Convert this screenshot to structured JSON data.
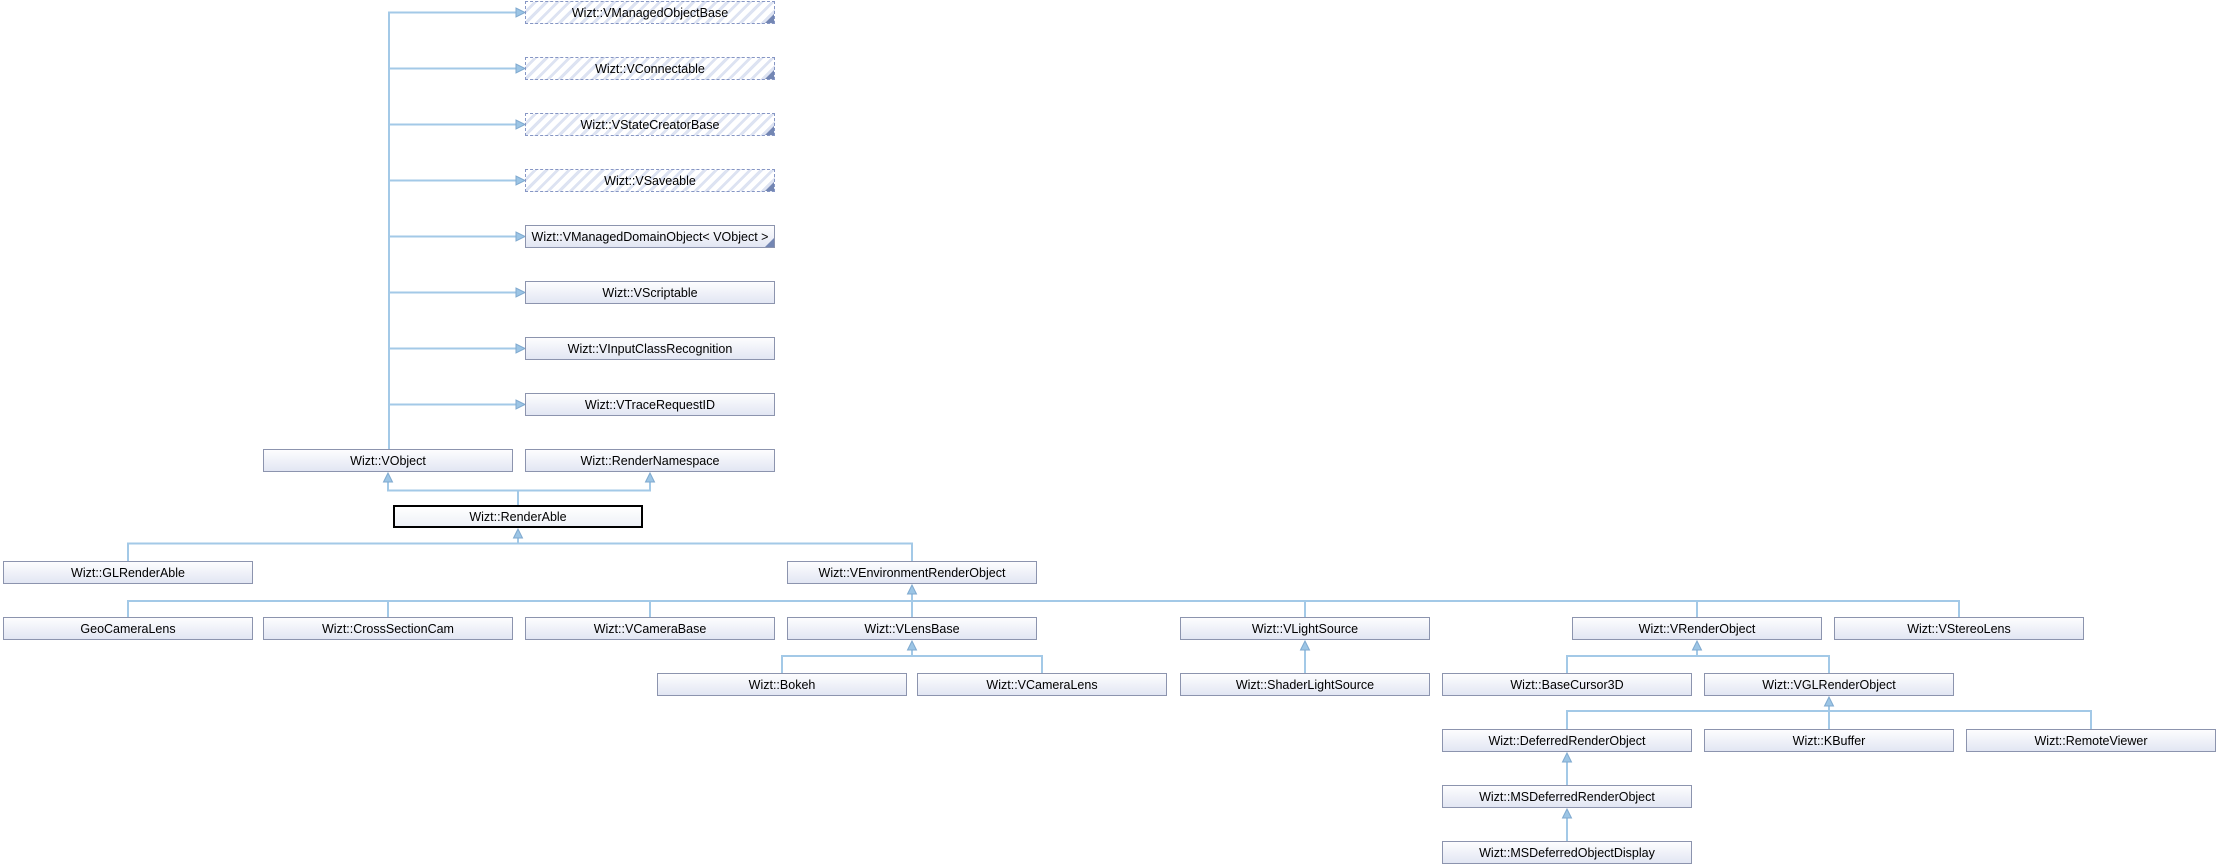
{
  "diagram": {
    "type": "class-inheritance-graph",
    "focus_class": "Wizt::RenderAble",
    "colors": {
      "background": "#ffffff",
      "edge": "#a3c9e7",
      "arrowhead": "#9cc5e5",
      "arrowhead_outline": "#7fa9cf",
      "node_border": "#8c94ae",
      "node_fill_top": "#fdfdfe",
      "node_fill_bottom": "#e2e6f3",
      "dashed_node_border": "#8696c4",
      "dashed_node_stripe": "#dde3f2",
      "corner_marker": "#7386b3",
      "focus_node_border": "#000000",
      "text": "#000000"
    }
  },
  "nodes": {
    "vmanagedobjectbase": {
      "label": "Wizt::VManagedObjectBase",
      "style": "dashed-striped",
      "corner_marker": true
    },
    "vconnectable": {
      "label": "Wizt::VConnectable",
      "style": "dashed-striped",
      "corner_marker": true
    },
    "vstatecreatorbase": {
      "label": "Wizt::VStateCreatorBase",
      "style": "dashed-striped",
      "corner_marker": true
    },
    "vsaveable": {
      "label": "Wizt::VSaveable",
      "style": "dashed-striped",
      "corner_marker": true
    },
    "vmanageddomainobject": {
      "label": "Wizt::VManagedDomainObject< VObject >",
      "style": "solid",
      "corner_marker": true
    },
    "vscriptable": {
      "label": "Wizt::VScriptable",
      "style": "solid",
      "corner_marker": false
    },
    "vinputclassrecognition": {
      "label": "Wizt::VInputClassRecognition",
      "style": "solid",
      "corner_marker": false
    },
    "vtracerequestid": {
      "label": "Wizt::VTraceRequestID",
      "style": "solid",
      "corner_marker": false
    },
    "vobject": {
      "label": "Wizt::VObject",
      "style": "solid",
      "corner_marker": false
    },
    "rendernamespace": {
      "label": "Wizt::RenderNamespace",
      "style": "solid",
      "corner_marker": false
    },
    "renderable": {
      "label": "Wizt::RenderAble",
      "style": "focus",
      "corner_marker": false
    },
    "glrenderable": {
      "label": "Wizt::GLRenderAble",
      "style": "solid",
      "corner_marker": false
    },
    "venvironmentrenderobject": {
      "label": "Wizt::VEnvironmentRenderObject",
      "style": "solid",
      "corner_marker": false
    },
    "geocameralens": {
      "label": "GeoCameraLens",
      "style": "solid",
      "corner_marker": false
    },
    "crosssectioncam": {
      "label": "Wizt::CrossSectionCam",
      "style": "solid",
      "corner_marker": false
    },
    "vcamerabase": {
      "label": "Wizt::VCameraBase",
      "style": "solid",
      "corner_marker": false
    },
    "vlensbase": {
      "label": "Wizt::VLensBase",
      "style": "solid",
      "corner_marker": false
    },
    "vlightsource": {
      "label": "Wizt::VLightSource",
      "style": "solid",
      "corner_marker": false
    },
    "vrenderobject": {
      "label": "Wizt::VRenderObject",
      "style": "solid",
      "corner_marker": false
    },
    "vstereolens": {
      "label": "Wizt::VStereoLens",
      "style": "solid",
      "corner_marker": false
    },
    "bokeh": {
      "label": "Wizt::Bokeh",
      "style": "solid",
      "corner_marker": false
    },
    "vcameralens": {
      "label": "Wizt::VCameraLens",
      "style": "solid",
      "corner_marker": false
    },
    "shaderlightsource": {
      "label": "Wizt::ShaderLightSource",
      "style": "solid",
      "corner_marker": false
    },
    "basecursor3d": {
      "label": "Wizt::BaseCursor3D",
      "style": "solid",
      "corner_marker": false
    },
    "vglrenderobject": {
      "label": "Wizt::VGLRenderObject",
      "style": "solid",
      "corner_marker": false
    },
    "deferredrenderobject": {
      "label": "Wizt::DeferredRenderObject",
      "style": "solid",
      "corner_marker": false
    },
    "kbuffer": {
      "label": "Wizt::KBuffer",
      "style": "solid",
      "corner_marker": false
    },
    "remoteviewer": {
      "label": "Wizt::RemoteViewer",
      "style": "solid",
      "corner_marker": false
    },
    "msdeferredrenderobject": {
      "label": "Wizt::MSDeferredRenderObject",
      "style": "solid",
      "corner_marker": false
    },
    "msdeferredobjectdisplay": {
      "label": "Wizt::MSDeferredObjectDisplay",
      "style": "solid",
      "corner_marker": false
    }
  },
  "inheritance_edges": [
    {
      "derived": "Wizt::VObject",
      "base": "Wizt::VManagedObjectBase"
    },
    {
      "derived": "Wizt::VObject",
      "base": "Wizt::VConnectable"
    },
    {
      "derived": "Wizt::VObject",
      "base": "Wizt::VStateCreatorBase"
    },
    {
      "derived": "Wizt::VObject",
      "base": "Wizt::VSaveable"
    },
    {
      "derived": "Wizt::VObject",
      "base": "Wizt::VManagedDomainObject< VObject >"
    },
    {
      "derived": "Wizt::VObject",
      "base": "Wizt::VScriptable"
    },
    {
      "derived": "Wizt::VObject",
      "base": "Wizt::VInputClassRecognition"
    },
    {
      "derived": "Wizt::VObject",
      "base": "Wizt::VTraceRequestID"
    },
    {
      "derived": "Wizt::RenderAble",
      "base": "Wizt::VObject"
    },
    {
      "derived": "Wizt::RenderAble",
      "base": "Wizt::RenderNamespace"
    },
    {
      "derived": "Wizt::GLRenderAble",
      "base": "Wizt::RenderAble"
    },
    {
      "derived": "Wizt::VEnvironmentRenderObject",
      "base": "Wizt::RenderAble"
    },
    {
      "derived": "GeoCameraLens",
      "base": "Wizt::VEnvironmentRenderObject"
    },
    {
      "derived": "Wizt::CrossSectionCam",
      "base": "Wizt::VEnvironmentRenderObject"
    },
    {
      "derived": "Wizt::VCameraBase",
      "base": "Wizt::VEnvironmentRenderObject"
    },
    {
      "derived": "Wizt::VLensBase",
      "base": "Wizt::VEnvironmentRenderObject"
    },
    {
      "derived": "Wizt::VLightSource",
      "base": "Wizt::VEnvironmentRenderObject"
    },
    {
      "derived": "Wizt::VRenderObject",
      "base": "Wizt::VEnvironmentRenderObject"
    },
    {
      "derived": "Wizt::VStereoLens",
      "base": "Wizt::VEnvironmentRenderObject"
    },
    {
      "derived": "Wizt::Bokeh",
      "base": "Wizt::VLensBase"
    },
    {
      "derived": "Wizt::VCameraLens",
      "base": "Wizt::VLensBase"
    },
    {
      "derived": "Wizt::ShaderLightSource",
      "base": "Wizt::VLightSource"
    },
    {
      "derived": "Wizt::BaseCursor3D",
      "base": "Wizt::VRenderObject"
    },
    {
      "derived": "Wizt::VGLRenderObject",
      "base": "Wizt::VRenderObject"
    },
    {
      "derived": "Wizt::DeferredRenderObject",
      "base": "Wizt::VGLRenderObject"
    },
    {
      "derived": "Wizt::KBuffer",
      "base": "Wizt::VGLRenderObject"
    },
    {
      "derived": "Wizt::RemoteViewer",
      "base": "Wizt::VGLRenderObject"
    },
    {
      "derived": "Wizt::MSDeferredRenderObject",
      "base": "Wizt::DeferredRenderObject"
    },
    {
      "derived": "Wizt::MSDeferredObjectDisplay",
      "base": "Wizt::MSDeferredRenderObject"
    }
  ]
}
